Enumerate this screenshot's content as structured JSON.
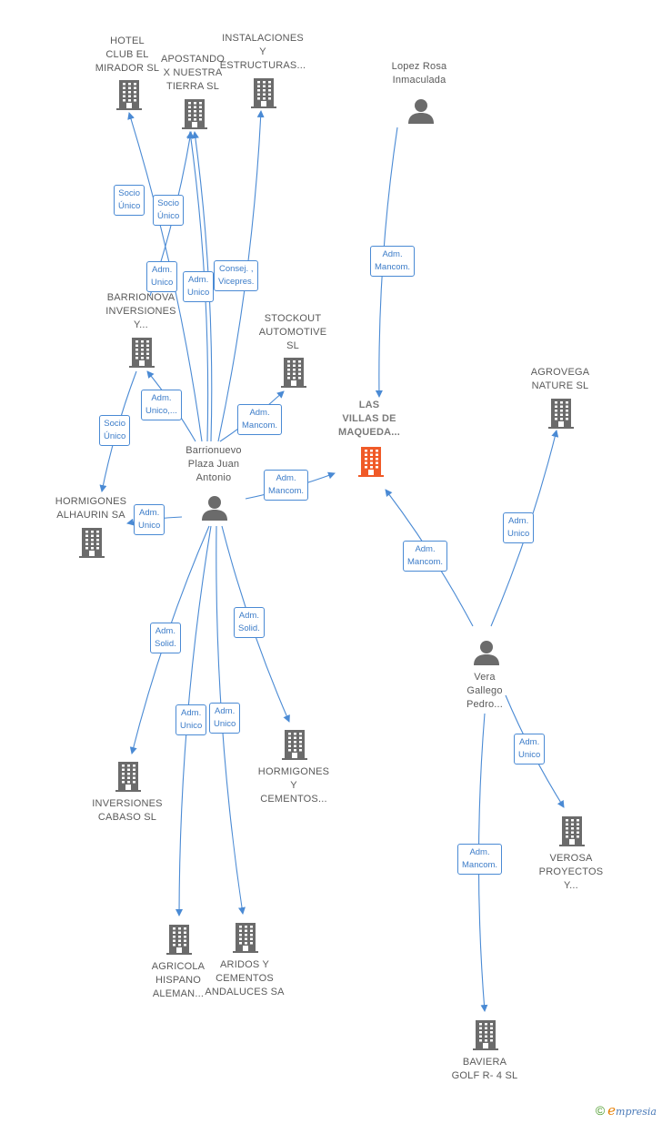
{
  "colors": {
    "building": "#6b6b6b",
    "building_highlight": "#f05a28",
    "person": "#6b6b6b",
    "edge": "#4a8ad4",
    "label_text": "#5a5a5a"
  },
  "nodes": [
    {
      "id": "hotel",
      "type": "building",
      "label": "HOTEL\nCLUB EL\nMIRADOR SL"
    },
    {
      "id": "apostando",
      "type": "building",
      "label": "APOSTANDO\nX NUESTRA\nTIERRA  SL"
    },
    {
      "id": "instalaciones",
      "type": "building",
      "label": "INSTALACIONES\nY\nESTRUCTURAS..."
    },
    {
      "id": "lopez",
      "type": "person",
      "label": "Lopez Rosa\nInmaculada"
    },
    {
      "id": "barrionova",
      "type": "building",
      "label": "BARRIONOVA\nINVERSIONES\nY..."
    },
    {
      "id": "stockout",
      "type": "building",
      "label": "STOCKOUT\nAUTOMOTIVE\nSL"
    },
    {
      "id": "lasvillas",
      "type": "building",
      "highlight": true,
      "label": "LAS\nVILLAS DE\nMAQUEDA..."
    },
    {
      "id": "agrovega",
      "type": "building",
      "label": "AGROVEGA\nNATURE  SL"
    },
    {
      "id": "barrionuevo",
      "type": "person",
      "label": "Barrionuevo\nPlaza Juan\nAntonio"
    },
    {
      "id": "hormalhaurin",
      "type": "building",
      "label": "HORMIGONES\nALHAURIN SA"
    },
    {
      "id": "vera",
      "type": "person",
      "label": "Vera\nGallego\nPedro..."
    },
    {
      "id": "cabaso",
      "type": "building",
      "label": "INVERSIONES\nCABASO SL"
    },
    {
      "id": "hormcementos",
      "type": "building",
      "label": "HORMIGONES\nY\nCEMENTOS..."
    },
    {
      "id": "verosa",
      "type": "building",
      "label": "VEROSA\nPROYECTOS\nY..."
    },
    {
      "id": "agricola",
      "type": "building",
      "label": "AGRICOLA\nHISPANO\nALEMAN..."
    },
    {
      "id": "aridos",
      "type": "building",
      "label": "ARIDOS Y\nCEMENTOS\nANDALUCES SA"
    },
    {
      "id": "baviera",
      "type": "building",
      "label": "BAVIERA\nGOLF R- 4  SL"
    }
  ],
  "edges": [
    {
      "id": "e1",
      "label": "Socio\nÚnico"
    },
    {
      "id": "e2",
      "label": "Socio\nÚnico"
    },
    {
      "id": "e3",
      "label": "Adm.\nUnico"
    },
    {
      "id": "e4",
      "label": "Adm.\nUnico"
    },
    {
      "id": "e5",
      "label": "Consej. ,\nVicepres."
    },
    {
      "id": "e6",
      "label": "Adm.\nMancom."
    },
    {
      "id": "e7",
      "label": "Adm.\nUnico,..."
    },
    {
      "id": "e8",
      "label": "Socio\nÚnico"
    },
    {
      "id": "e9",
      "label": "Adm.\nMancom."
    },
    {
      "id": "e10",
      "label": "Adm.\nMancom."
    },
    {
      "id": "e11",
      "label": "Adm.\nUnico"
    },
    {
      "id": "e12",
      "label": "Adm.\nSolid."
    },
    {
      "id": "e13",
      "label": "Adm.\nSolid."
    },
    {
      "id": "e14",
      "label": "Adm.\nUnico"
    },
    {
      "id": "e15",
      "label": "Adm.\nUnico"
    },
    {
      "id": "e16",
      "label": "Adm.\nMancom."
    },
    {
      "id": "e17",
      "label": "Adm.\nUnico"
    },
    {
      "id": "e18",
      "label": "Adm.\nUnico"
    },
    {
      "id": "e19",
      "label": "Adm.\nMancom."
    }
  ],
  "brand": {
    "copyright": "©",
    "e": "e",
    "rest": "mpresia"
  }
}
